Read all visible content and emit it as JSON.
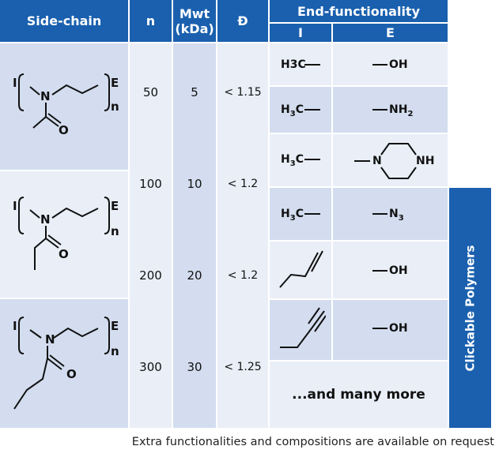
{
  "header": {
    "side_chain": "Side-chain",
    "n": "n",
    "mwt": "Mwt",
    "mwt_unit": "(kDa)",
    "dispersity": "Đ",
    "end_functionality": "End-functionality",
    "col_i": "I",
    "col_e": "E"
  },
  "rows": [
    {
      "n": "50",
      "mwt": "5",
      "dispersity": "< 1.15"
    },
    {
      "n": "100",
      "mwt": "10",
      "dispersity": "< 1.2"
    },
    {
      "n": "200",
      "mwt": "20",
      "dispersity": "< 1.2"
    },
    {
      "n": "300",
      "mwt": "30",
      "dispersity": "< 1.25"
    }
  ],
  "structures": {
    "i_label": "I",
    "e_label": "E",
    "n_label": "n",
    "n_atom": "N",
    "o_atom": "O"
  },
  "end_groups": [
    {
      "i": "H3C",
      "e": "OH"
    },
    {
      "i": "H3C",
      "e": "NH2"
    },
    {
      "i": "H3C",
      "e": "N",
      "e2": "NH"
    },
    {
      "i": "H3C",
      "e": "N3"
    },
    {
      "i": "",
      "e": "OH"
    },
    {
      "i": "",
      "e": "OH"
    }
  ],
  "more": "...and many more",
  "clickable": "Clickable Polymers",
  "footer": "Extra functionalities and compositions are available on request",
  "colors": {
    "header": "#1a60ae",
    "light": "#e9eef7",
    "medium": "#d3ddef"
  }
}
